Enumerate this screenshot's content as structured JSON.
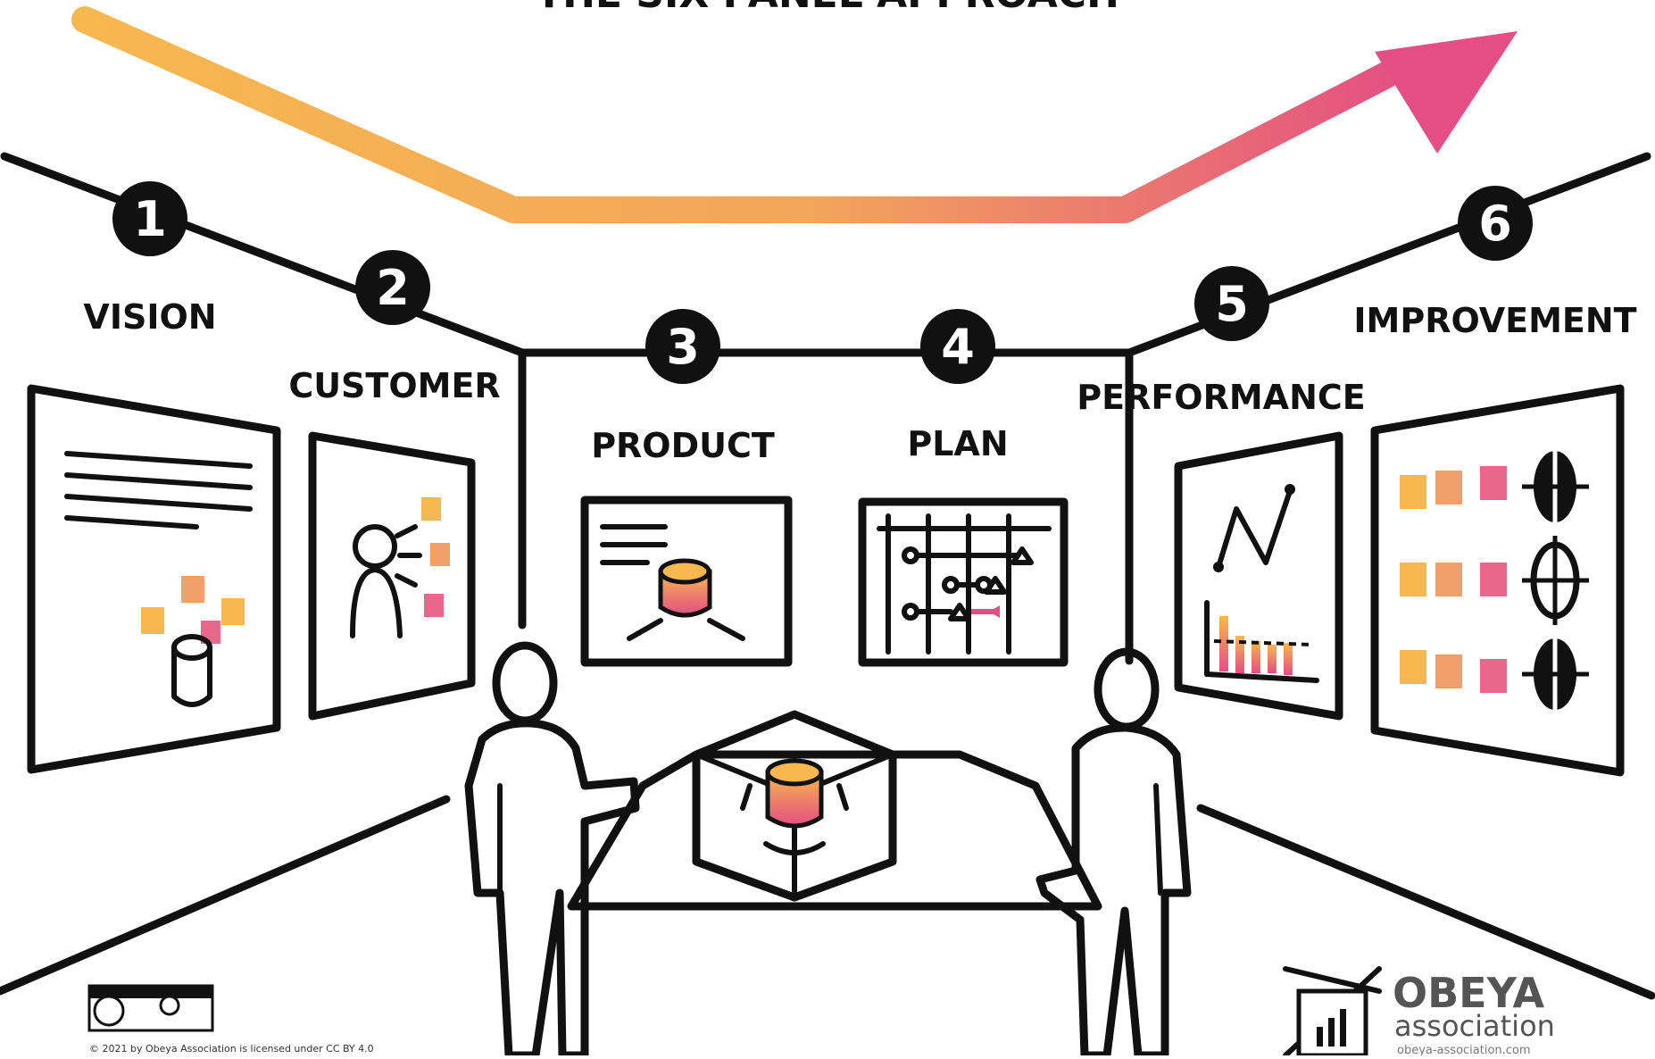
{
  "title": "THE SIX PANEL APPROACH",
  "panels": [
    {
      "number": "1",
      "label": "VISION"
    },
    {
      "number": "2",
      "label": "CUSTOMER"
    },
    {
      "number": "3",
      "label": "PRODUCT"
    },
    {
      "number": "4",
      "label": "PLAN"
    },
    {
      "number": "5",
      "label": "PERFORMANCE"
    },
    {
      "number": "6",
      "label": "IMPROVEMENT"
    }
  ],
  "logo": {
    "name": "OBEYA",
    "sub": "association",
    "url": "obeya-association.com"
  },
  "license": {
    "text": "© 2021 by Obeya Association is licensed under CC BY 4.0"
  },
  "colors": {
    "gradient_start": "#f7b84f",
    "gradient_end": "#e34f82",
    "ink": "#111111"
  },
  "icons": [
    "arrow-icon",
    "cylinder-icon",
    "person-icon",
    "chart-icon",
    "target-icon",
    "cc-by-icon"
  ]
}
